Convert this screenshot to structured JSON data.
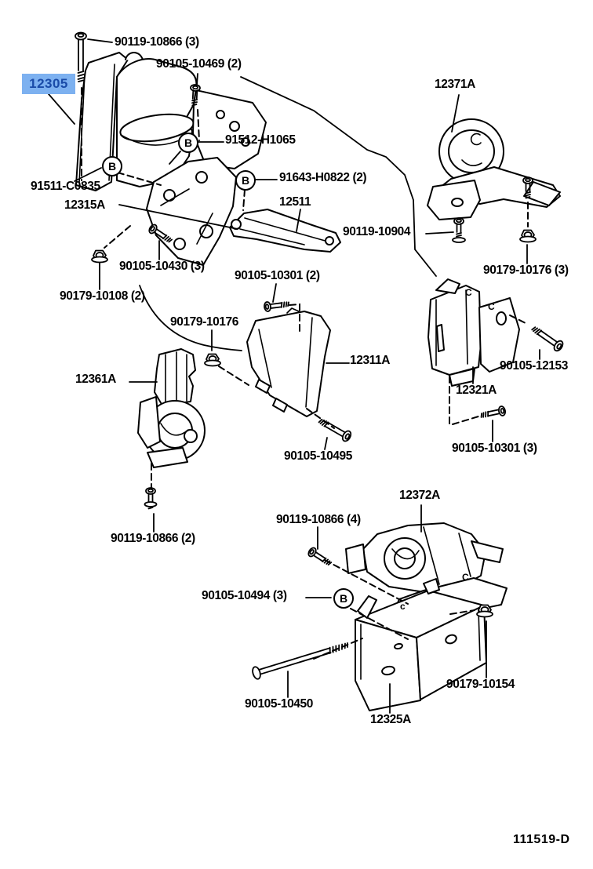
{
  "diagram": {
    "title_hidden": "",
    "footer_code": "111519-D",
    "highlight": {
      "part_number": "12305",
      "bg_color": "#7DB1F0",
      "text_color": "#1A4BA8"
    },
    "markers": {
      "callout": "B",
      "position_upper": "C",
      "position_lower": "c"
    },
    "labels": [
      "90119-10866 (3)",
      "90105-10469 (2)",
      "12371A",
      "91512-H1065",
      "91643-H0822 (2)",
      "91511-C0835",
      "12315A",
      "12511",
      "90119-10904",
      "90179-10176 (3)",
      "90105-10430 (3)",
      "90105-10301 (2)",
      "90179-10108 (2)",
      "90179-10176",
      "12311A",
      "12361A",
      "90105-12153",
      "12321A",
      "90105-10301 (3)",
      "90105-10495",
      "90119-10866 (2)",
      "12372A",
      "90119-10866 (4)",
      "90105-10494 (3)",
      "90179-10154",
      "90105-10450",
      "12325A"
    ]
  }
}
